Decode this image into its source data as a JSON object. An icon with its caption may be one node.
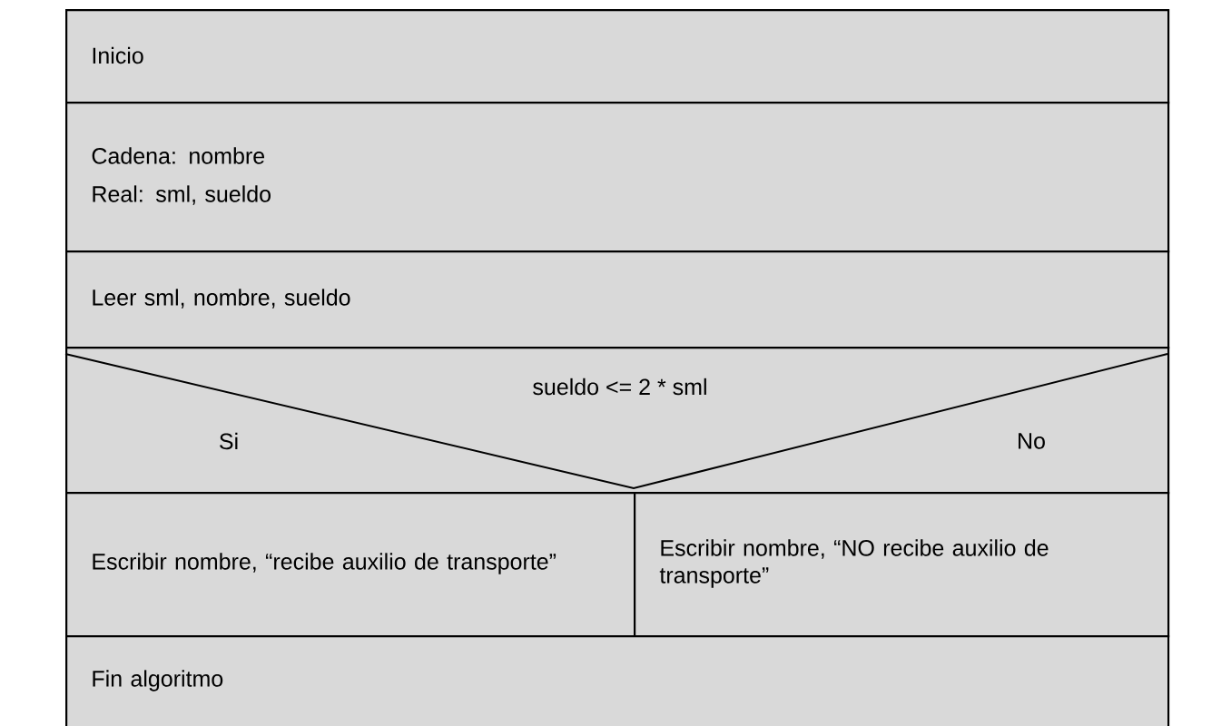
{
  "diagram": {
    "nodes": [
      {
        "text": [
          "Inicio"
        ]
      },
      {
        "text": [
          "Cadena: nombre",
          "Real: sml, sueldo"
        ]
      },
      {
        "text": [
          "Leer sml, nombre, sueldo"
        ]
      },
      {
        "text": [
          "sueldo <= 2 * sml",
          "Si",
          "No"
        ]
      },
      {
        "text": [
          "Escribir nombre, “recibe auxilio de transporte”"
        ]
      },
      {
        "text": [
          "Escribir nombre, “NO recibe auxilio de transporte”"
        ]
      },
      {
        "text": [
          "Fin algoritmo"
        ]
      }
    ]
  }
}
